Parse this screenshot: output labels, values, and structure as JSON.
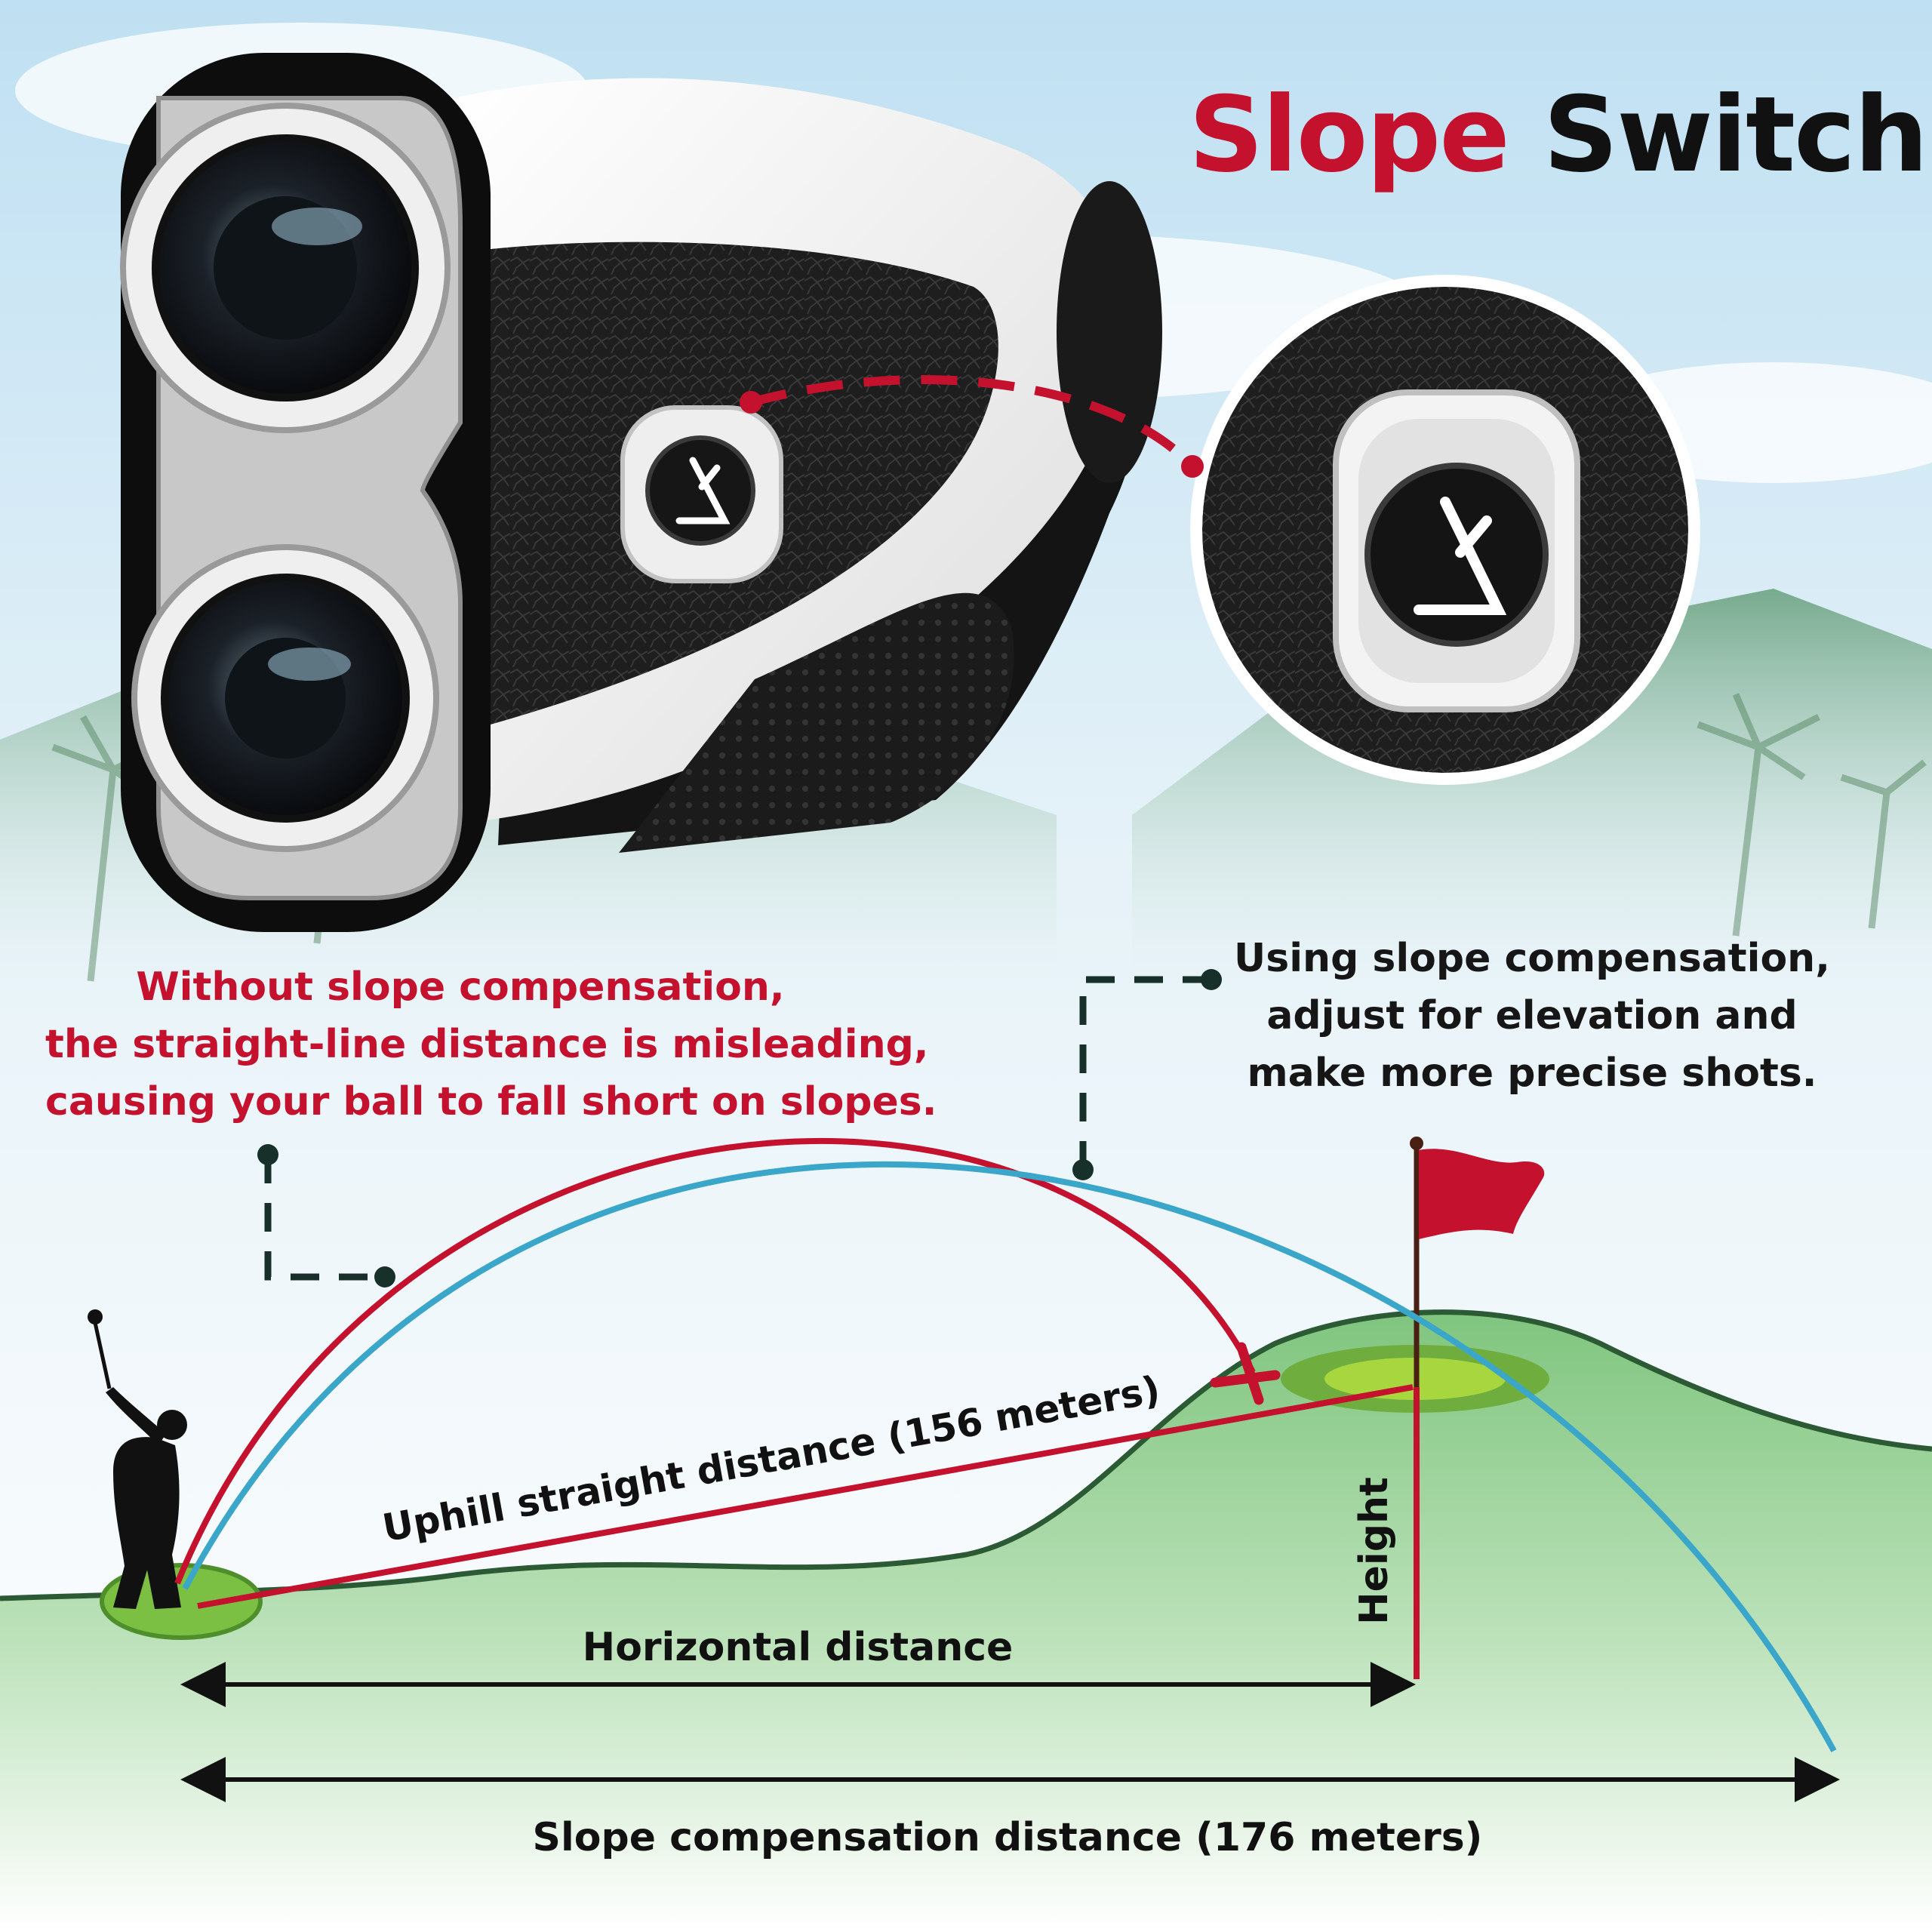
{
  "title": {
    "word1": "Slope",
    "word2": "Switch"
  },
  "left_note": {
    "lines": [
      "Without slope compensation,",
      "the straight-line distance is misleading,",
      "causing your ball to fall short on slopes."
    ]
  },
  "right_note": {
    "lines": [
      "Using slope compensation,",
      "adjust for elevation and",
      "make more precise shots."
    ]
  },
  "diagram": {
    "uphill_label": "Uphill straight distance (156 meters)",
    "horizontal_label": "Horizontal distance",
    "height_label": "Height",
    "slope_label": "Slope compensation distance (176 meters)"
  },
  "colors": {
    "red": "#c3112e",
    "blue": "#3aa6c9",
    "dark": "#111111",
    "grass": "#7cc043",
    "hill": "#8fcf8a"
  },
  "icons": [
    "slope-icon",
    "golfer-icon",
    "flag-icon",
    "rangefinder-icon"
  ]
}
